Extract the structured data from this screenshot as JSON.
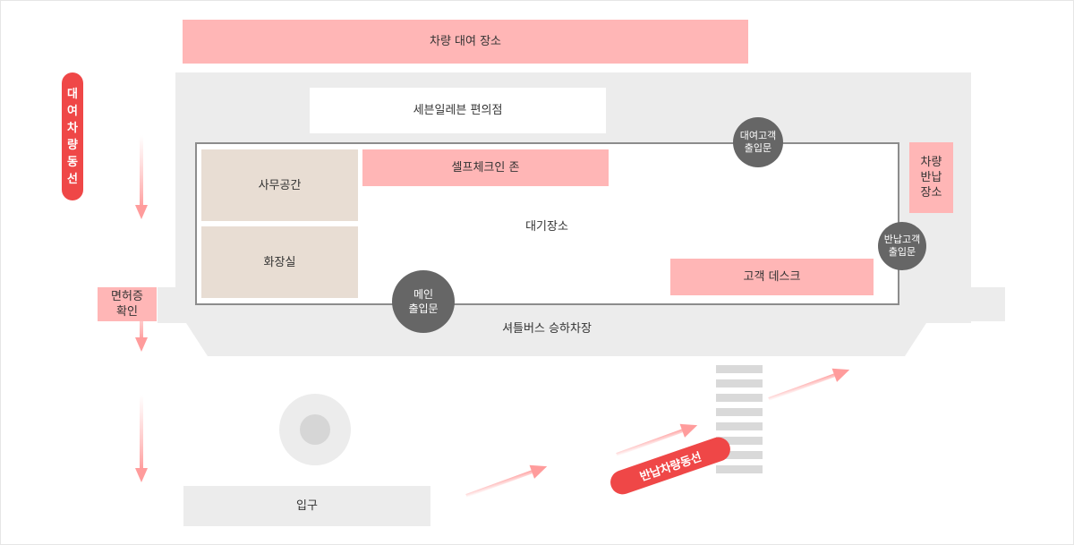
{
  "colors": {
    "zone_pink": "#ffb6b6",
    "zone_beige": "#e8ddd3",
    "door_gray": "#666666",
    "route_red": "#ef4747",
    "arrow_pink": "#ffb6b6",
    "floor_gray": "#ececec"
  },
  "zones": {
    "rental_area": "차량 대여 장소",
    "seven_eleven": "세븐일레븐 편의점",
    "self_checkin": "셀프체크인 존",
    "office": "사무공간",
    "restroom": "화장실",
    "waiting": "대기장소",
    "customer_desk": "고객 데스크",
    "return_area": "차량\n반납\n장소",
    "shuttle": "셔틀버스 승하차장",
    "license_check": "면허증\n확인",
    "entrance": "입구"
  },
  "doors": {
    "rental_customer": "대여고객\n출입문",
    "return_customer": "반납고객\n출입문",
    "main": "메인\n출입문"
  },
  "routes": {
    "rental_chars": [
      "대",
      "여",
      "차",
      "량",
      "동",
      "선"
    ],
    "return_label": "반납차량동선"
  },
  "icons": {
    "roundabout": "roundabout-icon",
    "crosswalk": "crosswalk-icon"
  }
}
